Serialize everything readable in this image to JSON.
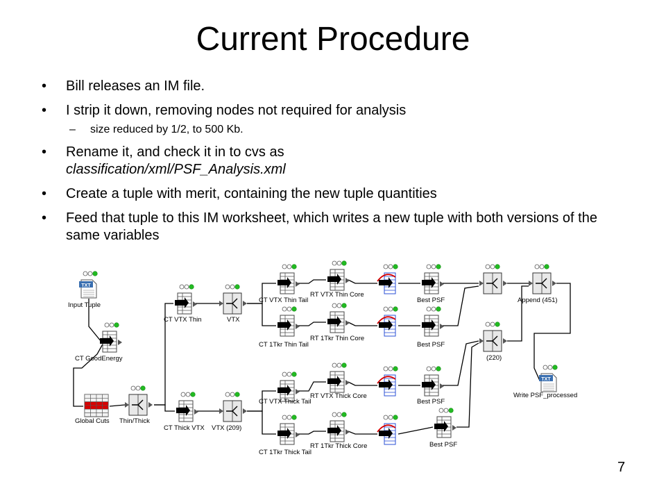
{
  "slide": {
    "title": "Current Procedure",
    "page_number": "7",
    "bullets": [
      "Bill releases an IM file.",
      "I strip it down, removing nodes not required for analysis",
      "size reduced by 1/2, to 500 Kb.",
      "Rename it, and check it in to cvs as",
      "classification/xml/PSF_Analysis.xml",
      "Create a tuple with merit, containing the new tuple quantities",
      "Feed that tuple to this IM worksheet, which writes a new tuple with both versions of the same variables"
    ]
  },
  "diagram": {
    "nodes": [
      {
        "id": "input",
        "kind": "txt",
        "label": "Input Tuple",
        "icon_text": "TXT"
      },
      {
        "id": "ct_ge",
        "kind": "cut",
        "label": "CT  GoodEnergy"
      },
      {
        "id": "gcuts",
        "kind": "table",
        "label": "Global Cuts"
      },
      {
        "id": "thinthick",
        "kind": "split",
        "label": "Thin/Thick"
      },
      {
        "id": "ct_vtx_thin",
        "kind": "cut",
        "label": "CT VTX Thin"
      },
      {
        "id": "vtx",
        "kind": "split",
        "label": "VTX"
      },
      {
        "id": "ct_thick_vtx",
        "kind": "cut",
        "label": "CT Thick VTX"
      },
      {
        "id": "vtx209",
        "kind": "split",
        "label": "VTX (209)"
      },
      {
        "id": "ct1",
        "kind": "cut",
        "label": "CT VTX Thin Tail"
      },
      {
        "id": "ct2",
        "kind": "cut",
        "label": "CT  1Tkr Thin Tail"
      },
      {
        "id": "ct3",
        "kind": "cut",
        "label": "CT VTX Thick Tail"
      },
      {
        "id": "ct4",
        "kind": "cut",
        "label": "CT 1Tkr Thick Tail"
      },
      {
        "id": "rt1",
        "kind": "cut",
        "label": "RT VTX Thin Core"
      },
      {
        "id": "rt2",
        "kind": "cut",
        "label": "RT 1Tkr Thin Core"
      },
      {
        "id": "rt3",
        "kind": "cut",
        "label": "RT VTX Thick Core"
      },
      {
        "id": "rt4",
        "kind": "cut",
        "label": "RT 1Tkr Thick Core"
      },
      {
        "id": "h1",
        "kind": "histo",
        "label": ""
      },
      {
        "id": "h2",
        "kind": "histo",
        "label": ""
      },
      {
        "id": "h3",
        "kind": "histo",
        "label": ""
      },
      {
        "id": "h4",
        "kind": "histo",
        "label": ""
      },
      {
        "id": "bp1",
        "kind": "cut",
        "label": "Best PSF"
      },
      {
        "id": "bp2",
        "kind": "cut",
        "label": "Best PSF"
      },
      {
        "id": "bp3",
        "kind": "cut",
        "label": "Best PSF"
      },
      {
        "id": "bp4",
        "kind": "cut",
        "label": "Best PSF"
      },
      {
        "id": "m1",
        "kind": "split",
        "label": ""
      },
      {
        "id": "m220",
        "kind": "split",
        "label": "(220)"
      },
      {
        "id": "append",
        "kind": "split",
        "label": "Append (451)"
      },
      {
        "id": "write",
        "kind": "txt",
        "label": "Write PSF_processed",
        "icon_text": "TXT"
      }
    ]
  },
  "colors": {
    "wire": "#000000",
    "node_fill": "#e8e8e8",
    "accent_red": "#d80000",
    "status_green": "#22bb22",
    "histo_blue": "#2a4fd6"
  }
}
